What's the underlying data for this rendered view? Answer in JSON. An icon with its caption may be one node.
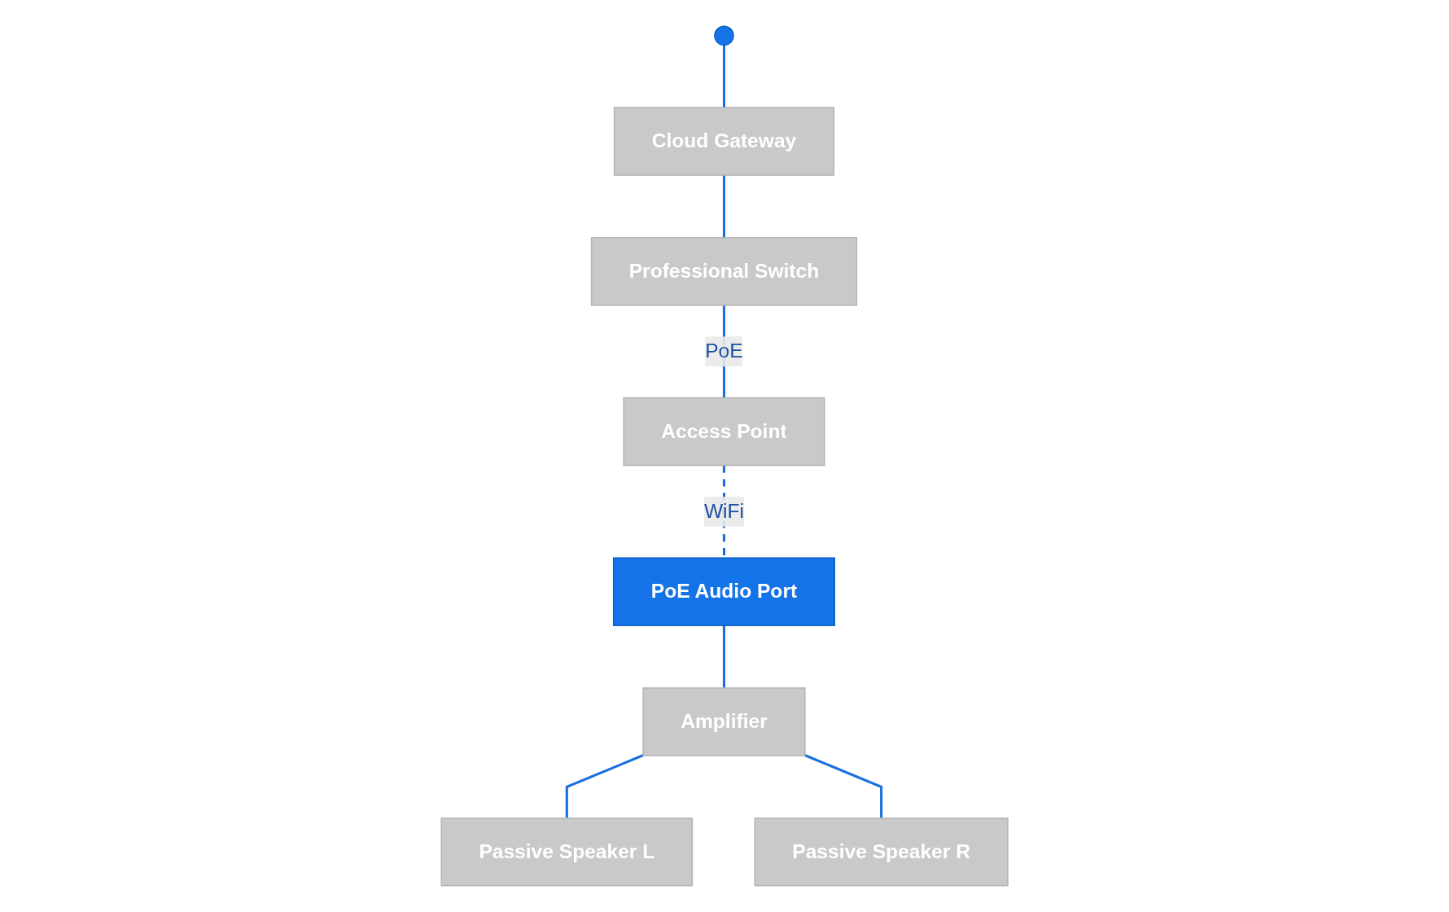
{
  "diagram": {
    "nodes": [
      {
        "text": [],
        "shape": "circle"
      },
      {
        "text": [
          "Cloud Gateway"
        ]
      },
      {
        "text": [
          "Professional Switch"
        ]
      },
      {
        "text": [
          "Access Point"
        ]
      },
      {
        "text": [
          "PoE Audio Port"
        ]
      },
      {
        "text": [
          "Passive Speaker L"
        ]
      },
      {
        "text": [
          "Amplifier"
        ]
      },
      {
        "text": [
          "Passive Speaker R"
        ]
      }
    ],
    "edges": [
      {
        "from": 0,
        "to": 1,
        "arrow": "none"
      },
      {
        "from": 1,
        "to": 2,
        "arrow": "none"
      },
      {
        "from": 2,
        "to": 3,
        "arrow": "none",
        "label": "PoE"
      },
      {
        "from": 3,
        "to": 4,
        "arrow": "none",
        "label": "WiFi",
        "style": "dashed"
      },
      {
        "from": 4,
        "to": 6,
        "arrow": "none"
      },
      {
        "from": 6,
        "to": 5,
        "arrow": "none"
      },
      {
        "from": 6,
        "to": 7,
        "arrow": "none"
      }
    ]
  }
}
